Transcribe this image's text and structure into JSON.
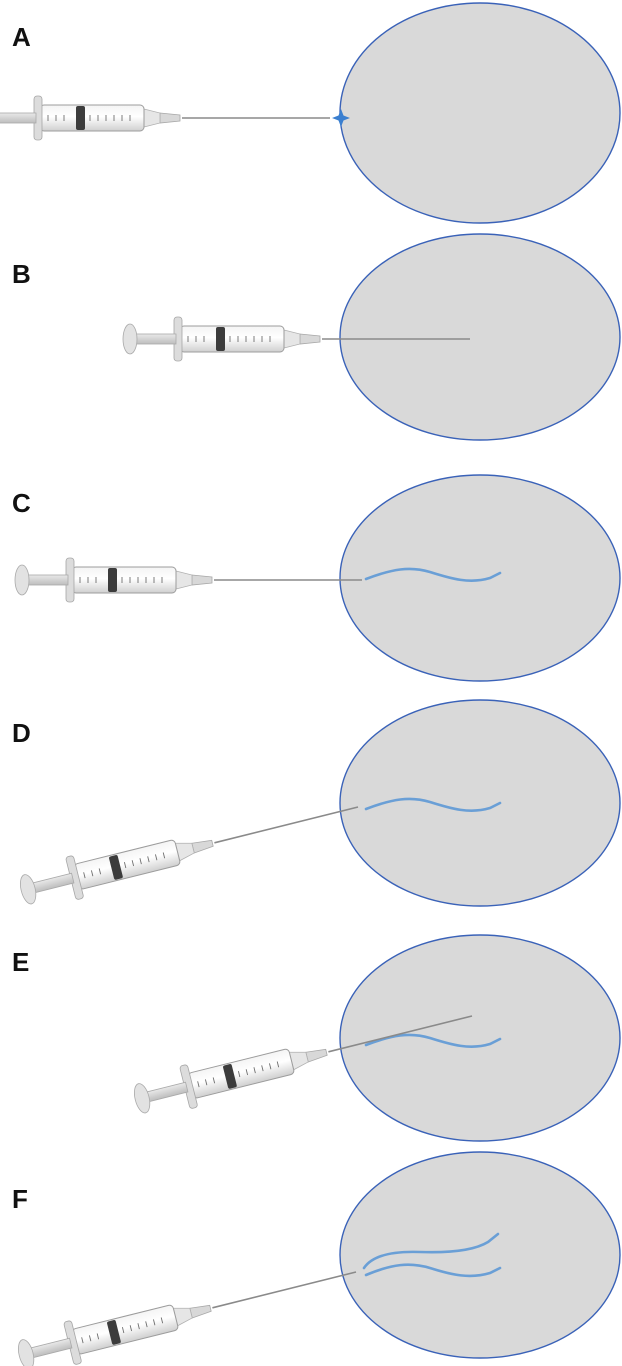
{
  "panels": [
    {
      "label": "A",
      "step": "needle-touching-surface"
    },
    {
      "label": "B",
      "step": "needle-inserted"
    },
    {
      "label": "C",
      "step": "first-thread-deposited"
    },
    {
      "label": "D",
      "step": "needle-reinserted-angled"
    },
    {
      "label": "E",
      "step": "needle-advanced-angled"
    },
    {
      "label": "F",
      "step": "second-thread-deposited"
    }
  ],
  "colors": {
    "ellipse_fill": "#d9d9d9",
    "ellipse_stroke": "#3a62b8",
    "thread": "#6a9fd6",
    "needle": "#8a8a8a",
    "marker": "#3a7fd0"
  },
  "icons": {
    "syringe": "syringe-icon",
    "entry_point": "cross-marker-icon"
  }
}
